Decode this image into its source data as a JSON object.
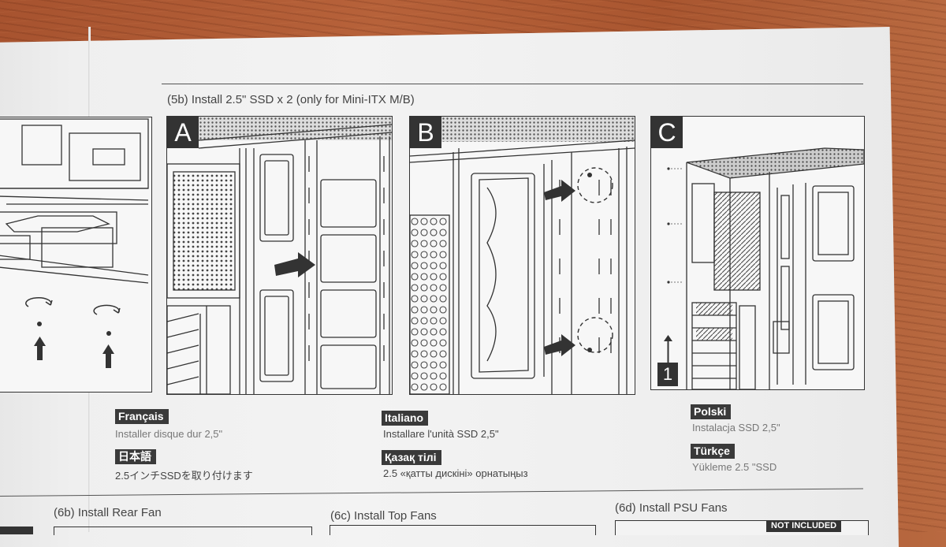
{
  "step_5b": {
    "title": "(5b) Install 2.5\" SSD x 2 (only for Mini-ITX M/B)"
  },
  "panels": [
    {
      "tag": "A"
    },
    {
      "tag": "B"
    },
    {
      "tag": "C",
      "step_marker": "1"
    }
  ],
  "translations": [
    {
      "language": "Français",
      "text": "Installer disque dur 2,5\""
    },
    {
      "language": "日本語",
      "text": "2.5インチSSDを取り付けます"
    },
    {
      "language": "Italiano",
      "text": "Installare l'unità SSD 2,5\""
    },
    {
      "language": "Қазақ тілі",
      "text": "2.5 «қатты дискіні» орнатыңыз"
    },
    {
      "language": "Polski",
      "text": "Instalacja SSD 2,5\""
    },
    {
      "language": "Türkçe",
      "text": "Yükleme 2.5 \"SSD"
    }
  ],
  "next_steps": [
    {
      "title": "(6b) Install Rear Fan"
    },
    {
      "title": "(6c) Install Top Fans"
    },
    {
      "title": "(6d) Install PSU Fans",
      "badge": "NOT INCLUDED"
    }
  ]
}
